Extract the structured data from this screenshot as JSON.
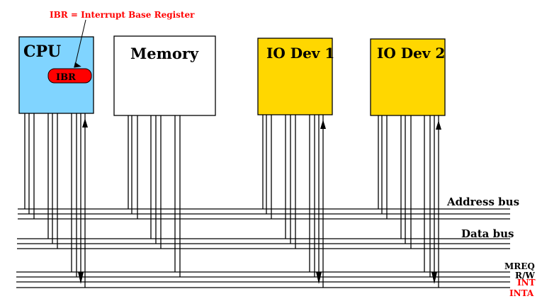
{
  "annotation": {
    "text": "IBR = Interrupt Base Register",
    "color": "#ff0000"
  },
  "components": [
    {
      "id": "cpu",
      "label": "CPU",
      "fill": "#80d4ff"
    },
    {
      "id": "memory",
      "label": "Memory",
      "fill": "#ffffff"
    },
    {
      "id": "io1",
      "label": "IO Dev 1",
      "fill": "#ffd700"
    },
    {
      "id": "io2",
      "label": "IO Dev 2",
      "fill": "#ffd700"
    }
  ],
  "register": {
    "label": "IBR",
    "fill": "#ff0000"
  },
  "buses": {
    "address": "Address bus",
    "data": "Data bus"
  },
  "control_signals": [
    {
      "label": "MREQ",
      "color": "#000000"
    },
    {
      "label": "R/W",
      "color": "#000000"
    },
    {
      "label": "INT",
      "color": "#ff0000"
    },
    {
      "label": "INTA",
      "color": "#ff0000"
    }
  ]
}
